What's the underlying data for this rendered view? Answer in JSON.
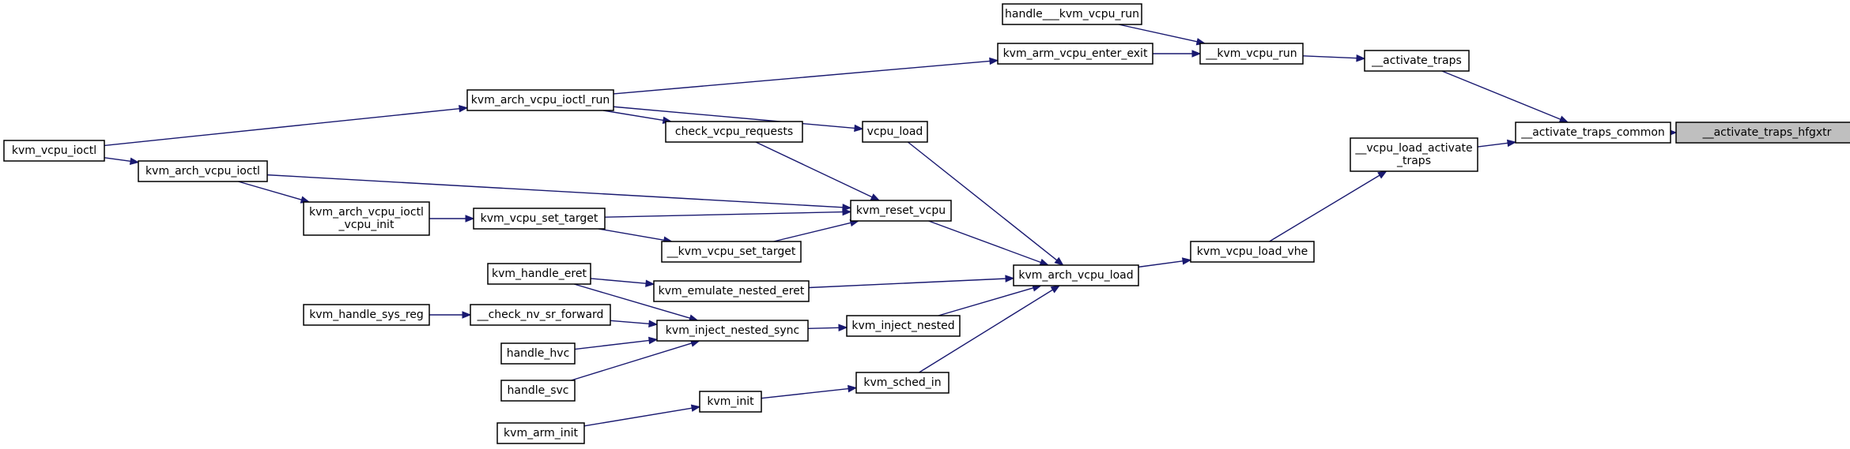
{
  "graph": {
    "nodes": [
      {
        "id": "hfgxtr",
        "lines": [
          "__activate_traps_hfgxtr"
        ],
        "target": true
      },
      {
        "id": "common",
        "lines": [
          "__activate_traps_common"
        ]
      },
      {
        "id": "activate_traps",
        "lines": [
          "__activate_traps"
        ]
      },
      {
        "id": "vcpu_load_activate",
        "lines": [
          "__vcpu_load_activate",
          "_traps"
        ]
      },
      {
        "id": "kvm_vcpu_run_inner",
        "lines": [
          "__kvm_vcpu_run"
        ]
      },
      {
        "id": "kvm_vcpu_load_vhe",
        "lines": [
          "kvm_vcpu_load_vhe"
        ]
      },
      {
        "id": "handle_kvm_vcpu_run",
        "lines": [
          "handle___kvm_vcpu_run"
        ]
      },
      {
        "id": "kvm_arm_vcpu_enter_exit",
        "lines": [
          "kvm_arm_vcpu_enter_exit"
        ]
      },
      {
        "id": "kvm_arch_vcpu_load",
        "lines": [
          "kvm_arch_vcpu_load"
        ]
      },
      {
        "id": "kvm_arch_vcpu_ioctl_run",
        "lines": [
          "kvm_arch_vcpu_ioctl_run"
        ]
      },
      {
        "id": "vcpu_load",
        "lines": [
          "vcpu_load"
        ]
      },
      {
        "id": "kvm_reset_vcpu",
        "lines": [
          "kvm_reset_vcpu"
        ]
      },
      {
        "id": "kvm_emulate_nested_eret",
        "lines": [
          "kvm_emulate_nested_eret"
        ]
      },
      {
        "id": "kvm_inject_nested",
        "lines": [
          "kvm_inject_nested"
        ]
      },
      {
        "id": "kvm_sched_in",
        "lines": [
          "kvm_sched_in"
        ]
      },
      {
        "id": "kvm_vcpu_ioctl",
        "lines": [
          "kvm_vcpu_ioctl"
        ]
      },
      {
        "id": "kvm_arch_vcpu_ioctl",
        "lines": [
          "kvm_arch_vcpu_ioctl"
        ]
      },
      {
        "id": "kvm_arch_vcpu_ioctl_vcpu_init",
        "lines": [
          "kvm_arch_vcpu_ioctl",
          "_vcpu_init"
        ]
      },
      {
        "id": "check_vcpu_requests",
        "lines": [
          "check_vcpu_requests"
        ]
      },
      {
        "id": "kvm_vcpu_set_target",
        "lines": [
          "kvm_vcpu_set_target"
        ]
      },
      {
        "id": "__kvm_vcpu_set_target",
        "lines": [
          "__kvm_vcpu_set_target"
        ]
      },
      {
        "id": "kvm_handle_eret",
        "lines": [
          "kvm_handle_eret"
        ]
      },
      {
        "id": "kvm_inject_nested_sync",
        "lines": [
          "kvm_inject_nested_sync"
        ]
      },
      {
        "id": "check_nv_sr_forward",
        "lines": [
          "__check_nv_sr_forward"
        ]
      },
      {
        "id": "kvm_handle_sys_reg",
        "lines": [
          "kvm_handle_sys_reg"
        ]
      },
      {
        "id": "handle_hvc",
        "lines": [
          "handle_hvc"
        ]
      },
      {
        "id": "handle_svc",
        "lines": [
          "handle_svc"
        ]
      },
      {
        "id": "kvm_init",
        "lines": [
          "kvm_init"
        ]
      },
      {
        "id": "kvm_arm_init",
        "lines": [
          "kvm_arm_init"
        ]
      }
    ],
    "edges": [
      {
        "from": "common",
        "to": "hfgxtr"
      },
      {
        "from": "activate_traps",
        "to": "common"
      },
      {
        "from": "vcpu_load_activate",
        "to": "common"
      },
      {
        "from": "kvm_vcpu_run_inner",
        "to": "activate_traps"
      },
      {
        "from": "kvm_vcpu_load_vhe",
        "to": "vcpu_load_activate"
      },
      {
        "from": "handle_kvm_vcpu_run",
        "to": "kvm_vcpu_run_inner"
      },
      {
        "from": "kvm_arm_vcpu_enter_exit",
        "to": "kvm_vcpu_run_inner"
      },
      {
        "from": "kvm_arch_vcpu_load",
        "to": "kvm_vcpu_load_vhe"
      },
      {
        "from": "kvm_arch_vcpu_ioctl_run",
        "to": "kvm_arm_vcpu_enter_exit"
      },
      {
        "from": "vcpu_load",
        "to": "kvm_arch_vcpu_load"
      },
      {
        "from": "kvm_reset_vcpu",
        "to": "kvm_arch_vcpu_load"
      },
      {
        "from": "kvm_emulate_nested_eret",
        "to": "kvm_arch_vcpu_load"
      },
      {
        "from": "kvm_inject_nested",
        "to": "kvm_arch_vcpu_load"
      },
      {
        "from": "kvm_sched_in",
        "to": "kvm_arch_vcpu_load"
      },
      {
        "from": "kvm_vcpu_ioctl",
        "to": "kvm_arch_vcpu_ioctl_run"
      },
      {
        "from": "kvm_arch_vcpu_ioctl_run",
        "to": "vcpu_load"
      },
      {
        "from": "kvm_arch_vcpu_ioctl_run",
        "to": "check_vcpu_requests"
      },
      {
        "from": "check_vcpu_requests",
        "to": "kvm_reset_vcpu"
      },
      {
        "from": "kvm_arch_vcpu_ioctl",
        "to": "kvm_reset_vcpu"
      },
      {
        "from": "kvm_vcpu_set_target",
        "to": "kvm_reset_vcpu"
      },
      {
        "from": "__kvm_vcpu_set_target",
        "to": "kvm_reset_vcpu"
      },
      {
        "from": "kvm_vcpu_ioctl",
        "to": "kvm_arch_vcpu_ioctl"
      },
      {
        "from": "kvm_arch_vcpu_ioctl",
        "to": "kvm_arch_vcpu_ioctl_vcpu_init"
      },
      {
        "from": "kvm_arch_vcpu_ioctl_vcpu_init",
        "to": "kvm_vcpu_set_target"
      },
      {
        "from": "kvm_vcpu_set_target",
        "to": "__kvm_vcpu_set_target"
      },
      {
        "from": "kvm_handle_eret",
        "to": "kvm_emulate_nested_eret"
      },
      {
        "from": "kvm_handle_eret",
        "to": "kvm_inject_nested_sync"
      },
      {
        "from": "kvm_inject_nested_sync",
        "to": "kvm_inject_nested"
      },
      {
        "from": "check_nv_sr_forward",
        "to": "kvm_inject_nested_sync"
      },
      {
        "from": "kvm_handle_sys_reg",
        "to": "check_nv_sr_forward"
      },
      {
        "from": "handle_hvc",
        "to": "kvm_inject_nested_sync"
      },
      {
        "from": "handle_svc",
        "to": "kvm_inject_nested_sync"
      },
      {
        "from": "kvm_init",
        "to": "kvm_sched_in"
      },
      {
        "from": "kvm_arm_init",
        "to": "kvm_init"
      }
    ]
  }
}
